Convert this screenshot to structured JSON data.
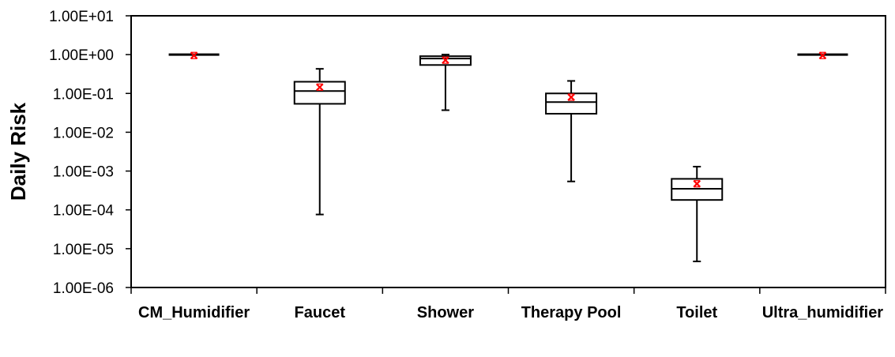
{
  "chart_data": {
    "type": "boxplot",
    "title": "",
    "xlabel": "",
    "ylabel": "Daily Risk",
    "yscale": "log",
    "ylim": [
      1e-06,
      10
    ],
    "ytick_labels": [
      "1.00E+01",
      "1.00E+00",
      "1.00E-01",
      "1.00E-02",
      "1.00E-03",
      "1.00E-04",
      "1.00E-05",
      "1.00E-06"
    ],
    "ytick_values": [
      10,
      1,
      0.1,
      0.01,
      0.001,
      0.0001,
      1e-05,
      1e-06
    ],
    "grid": false,
    "legend": null,
    "categories": [
      "CM_Humidifier",
      "Faucet",
      "Shower",
      "Therapy Pool",
      "Toilet",
      "Ultra_humidifier"
    ],
    "boxes": [
      {
        "name": "CM_Humidifier",
        "whisker_low": 1.0,
        "q1": 1.0,
        "median": 1.0,
        "q3": 1.0,
        "whisker_high": 1.0,
        "mean": 0.95
      },
      {
        "name": "Faucet",
        "whisker_low": 7.6e-05,
        "q1": 0.054,
        "median": 0.115,
        "q3": 0.2,
        "whisker_high": 0.43,
        "mean": 0.145
      },
      {
        "name": "Shower",
        "whisker_low": 0.037,
        "q1": 0.54,
        "median": 0.79,
        "q3": 0.91,
        "whisker_high": 1.0,
        "mean": 0.72
      },
      {
        "name": "Therapy Pool",
        "whisker_low": 0.00054,
        "q1": 0.03,
        "median": 0.06,
        "q3": 0.1,
        "whisker_high": 0.21,
        "mean": 0.08
      },
      {
        "name": "Toilet",
        "whisker_low": 4.7e-06,
        "q1": 0.00018,
        "median": 0.00035,
        "q3": 0.00063,
        "whisker_high": 0.0013,
        "mean": 0.00047
      },
      {
        "name": "Ultra_humidifier",
        "whisker_low": 1.0,
        "q1": 1.0,
        "median": 1.0,
        "q3": 1.0,
        "whisker_high": 1.0,
        "mean": 0.95
      }
    ],
    "mean_marker": {
      "shape": "x",
      "color": "#ff0000"
    },
    "box_color": "#000000"
  }
}
